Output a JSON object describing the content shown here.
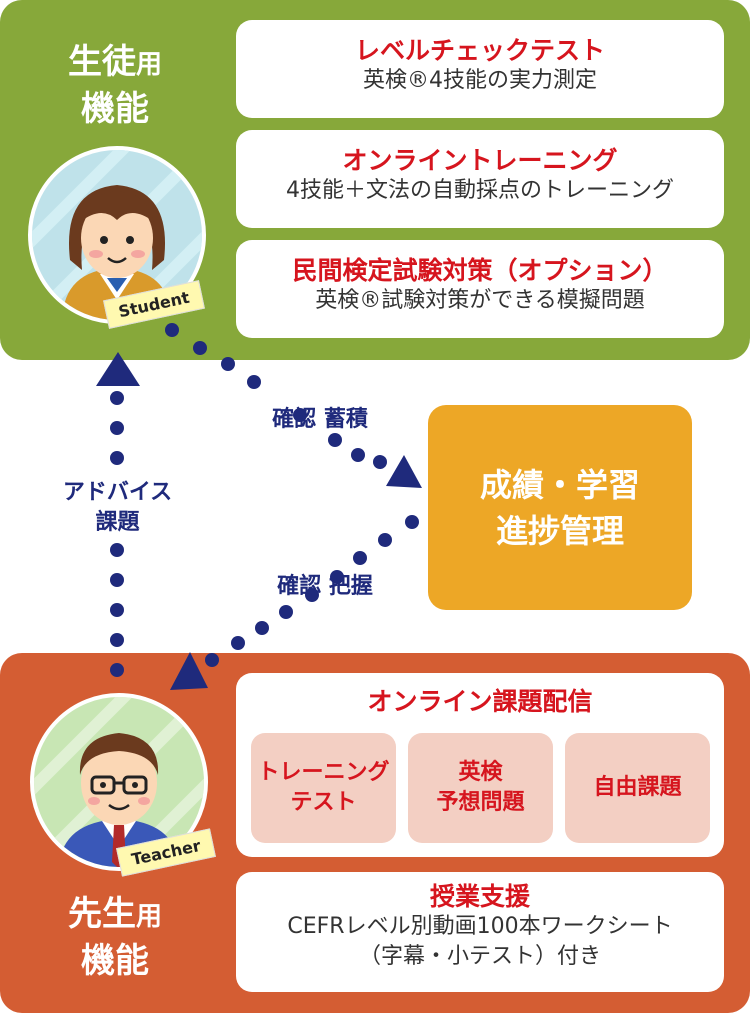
{
  "student": {
    "title_main": "生徒",
    "title_suffix": "用",
    "title_line2": "機能",
    "tag": "Student",
    "cards": [
      {
        "title": "レベルチェックテスト",
        "desc": "英検®4技能の実力測定"
      },
      {
        "title": "オンライントレーニング",
        "desc": "4技能＋文法の自動採点のトレーニング"
      },
      {
        "title": "民間検定試験対策（オプション）",
        "desc": "英検®試験対策ができる模擬問題"
      }
    ]
  },
  "teacher": {
    "title_main": "先生",
    "title_suffix": "用",
    "title_line2": "機能",
    "tag": "Teacher",
    "delivery": {
      "title": "オンライン課題配信",
      "tasks": [
        {
          "line1": "トレーニング",
          "line2": "テスト"
        },
        {
          "line1": "英検",
          "line2": "予想問題"
        },
        {
          "line1": "自由課題",
          "line2": ""
        }
      ]
    },
    "support": {
      "title": "授業支援",
      "desc1": "CEFRレベル別動画100本ワークシート",
      "desc2": "（字幕・小テスト）付き"
    }
  },
  "center": {
    "line1": "成績・学習",
    "line2": "進捗管理"
  },
  "flows": {
    "student_to_center": "確認 蓄積",
    "teacher_to_center": "確認 把握",
    "teacher_to_student_1": "アドバイス",
    "teacher_to_student_2": "課題"
  },
  "colors": {
    "student_green": "#87a83a",
    "teacher_orange": "#d45d33",
    "center_yellow": "#eda726",
    "title_red": "#d6151e",
    "flow_navy": "#1f2a7c"
  }
}
